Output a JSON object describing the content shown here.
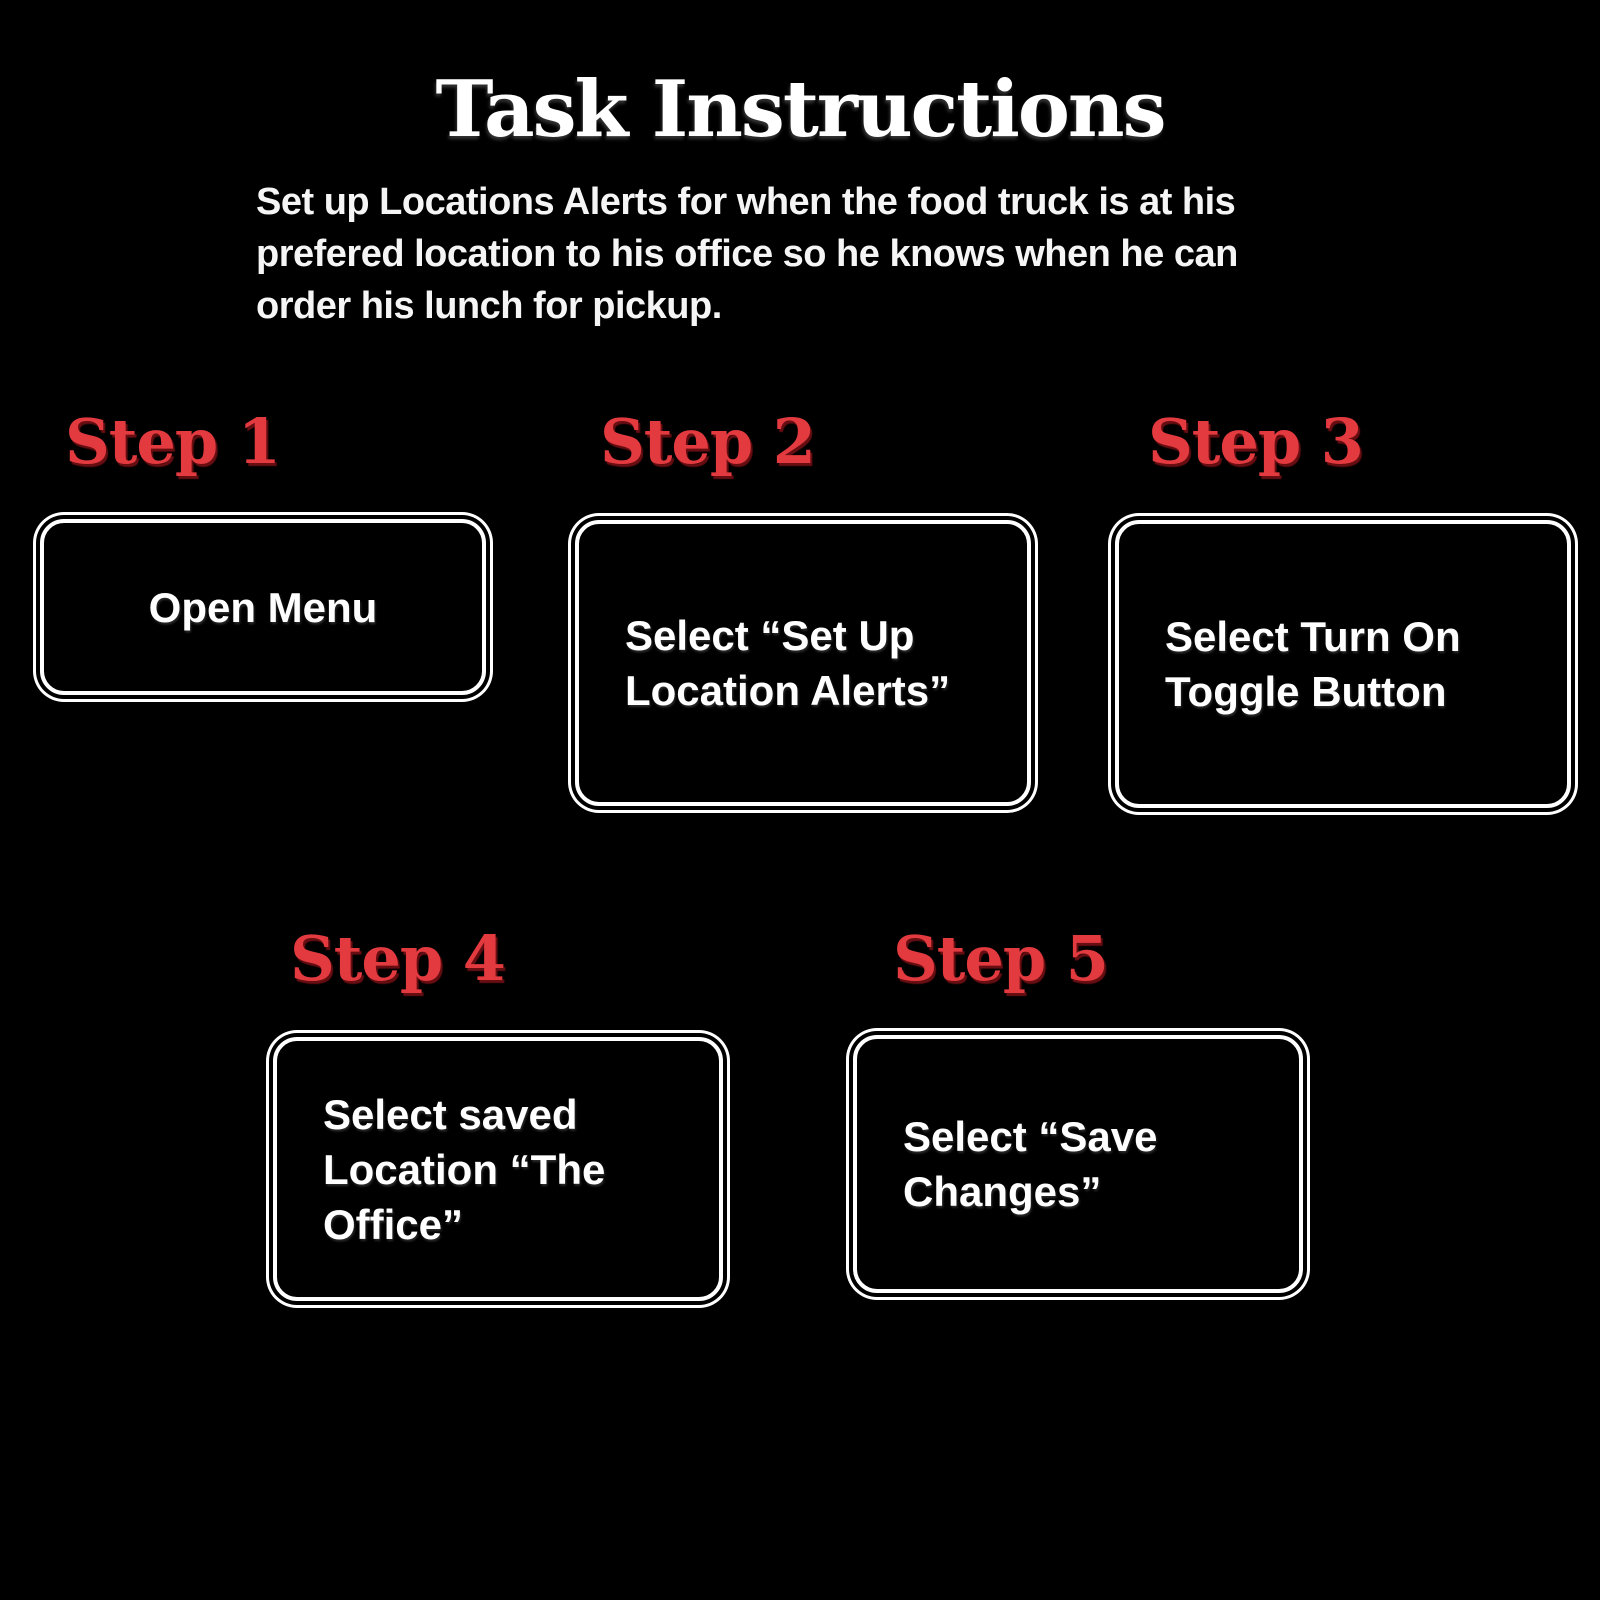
{
  "title": "Task Instructions",
  "description": "Set up Locations Alerts for when the food truck is at his\nprefered location to his office so he knows when he can\norder his lunch for pickup.",
  "steps": [
    {
      "label": "Step 1",
      "text": "Open Menu"
    },
    {
      "label": "Step 2",
      "text": "Select “Set Up\nLocation Alerts”"
    },
    {
      "label": "Step 3",
      "text": "Select Turn On\nToggle Button"
    },
    {
      "label": "Step 4",
      "text": "Select saved\nLocation “The\nOffice”"
    },
    {
      "label": "Step 5",
      "text": "Select “Save\nChanges”"
    }
  ],
  "colors": {
    "background": "#000000",
    "title_text": "#ffffff",
    "body_text": "#f5f5f5",
    "step_label": "#e33a40",
    "box_border": "#ffffff",
    "box_text": "#ffffff"
  }
}
